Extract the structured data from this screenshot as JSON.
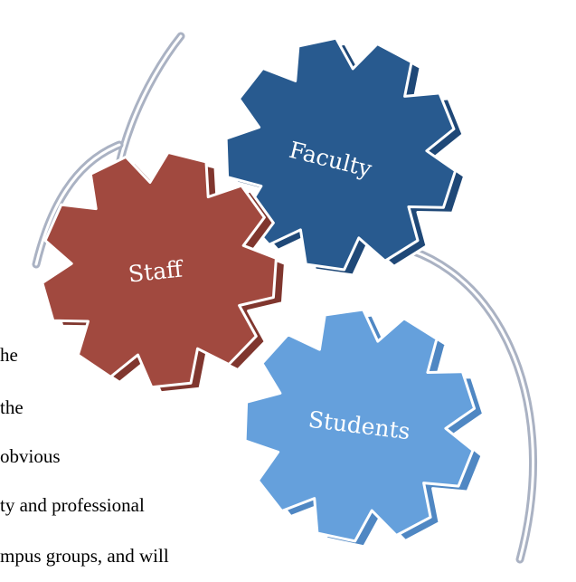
{
  "diagram": {
    "gears": [
      {
        "label": "Faculty",
        "color": "#285a8f",
        "side_color": "#1f4877"
      },
      {
        "label": "Staff",
        "color": "#a1493f",
        "side_color": "#80362e"
      },
      {
        "label": "Students",
        "color": "#65a0dc",
        "side_color": "#4f87c3"
      }
    ],
    "arrow_color": "#aab2c3"
  },
  "document": {
    "lines": [
      "he",
      " the",
      "obvious",
      "ty and professional",
      "mpus groups, and will"
    ]
  }
}
